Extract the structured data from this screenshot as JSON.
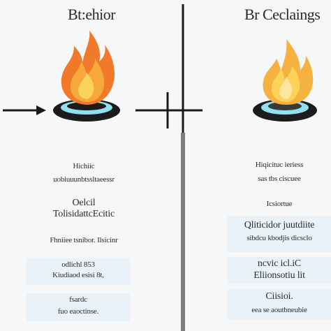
{
  "left": {
    "title": "Bt:ehior",
    "lines": [
      "Hichiic",
      "uobiuuunbtssltaeessr",
      "Oelcil",
      "TolisidattcEcitic",
      "Fhniiee tsnibor. Ilsicinr"
    ],
    "boxes": [
      {
        "line1": "odlichl 853",
        "line2": "Kiudiaod esisi 8t,"
      },
      {
        "line1": "fsardc",
        "line2": "fuo eaoctinse."
      }
    ]
  },
  "right": {
    "title": "Br Ceclaings",
    "lines": [
      "Hiqicituc ieriess",
      "sas tbs ciscuee",
      "Icsiortue"
    ],
    "boxes": [
      {
        "line1": "Qliticidor juutdiite",
        "line2": "sibdcu kbodjis dicsclo"
      },
      {
        "line1": "ncvic icl.iC",
        "line2": "Eliionsotiu lit"
      },
      {
        "line1": "Ciisioi.",
        "line2": "eea se aoutbneubie"
      }
    ]
  },
  "colors": {
    "panel": "#e9f2f8",
    "flame_outer": "#f07a2a",
    "flame_mid": "#f6a93a",
    "flame_inner": "#fbd35a",
    "burner_ring": "#1c1c1c",
    "burner_glow": "#7fd6ea"
  }
}
